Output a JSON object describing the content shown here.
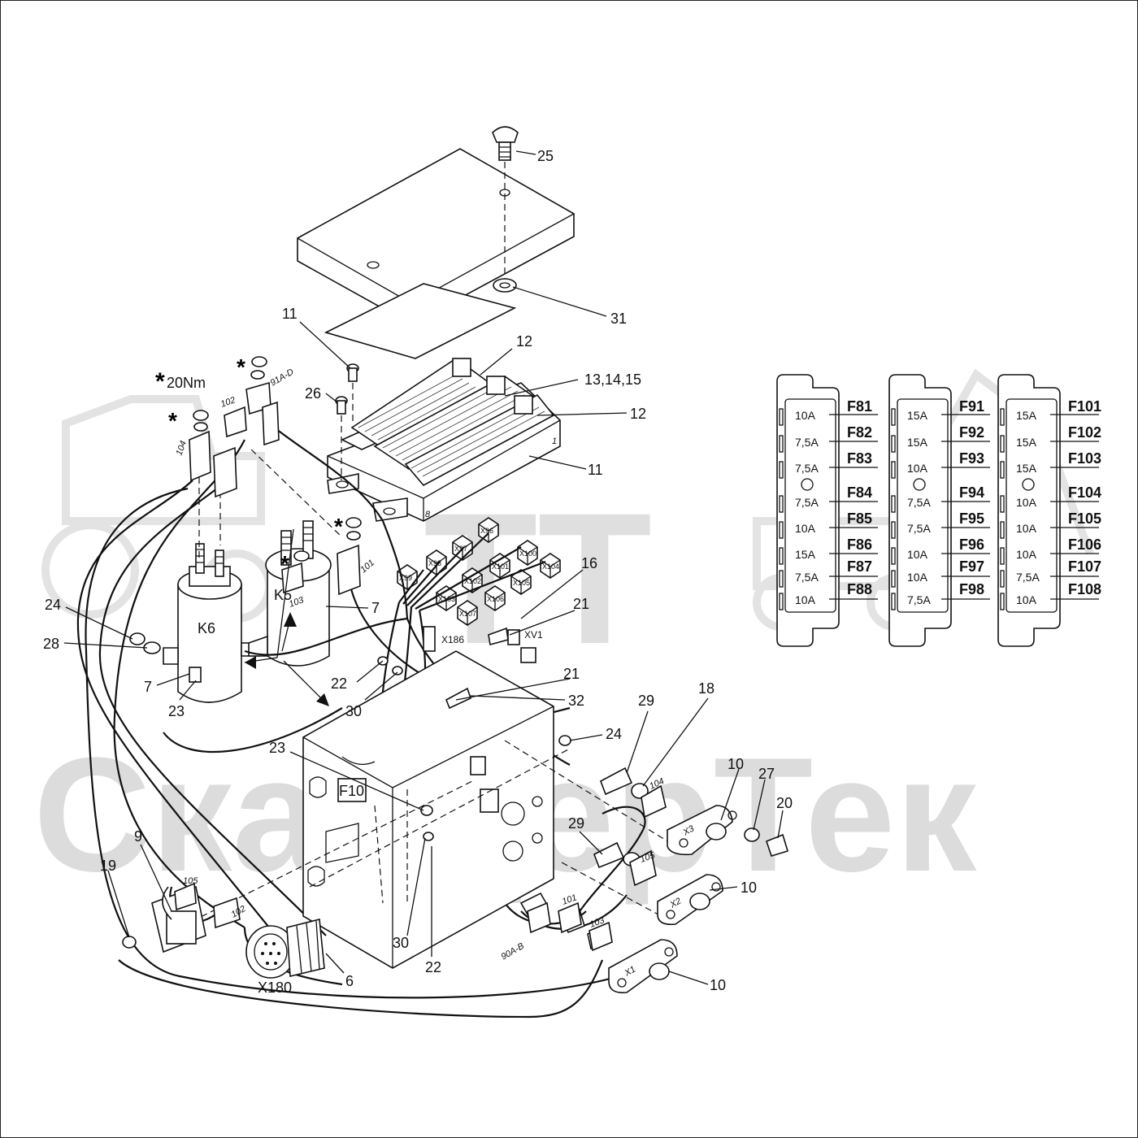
{
  "watermark": {
    "text": "СкандерТек",
    "logo": "TT"
  },
  "torque_note": {
    "symbol": "*",
    "text": "20Nm"
  },
  "callouts": {
    "c25": "25",
    "c31": "31",
    "c11a": "11",
    "c11b": "11",
    "c12a": "12",
    "c12b": "12",
    "c131415": "13,14,15",
    "c26": "26",
    "c16": "16",
    "c21a": "21",
    "c21b": "21",
    "c7a": "7",
    "c7b": "7",
    "c24a": "24",
    "c24b": "24",
    "c28": "28",
    "c23a": "23",
    "c23b": "23",
    "c22a": "22",
    "c22b": "22",
    "c30a": "30",
    "c30b": "30",
    "c32": "32",
    "c29a": "29",
    "c29b": "29",
    "c18": "18",
    "c10a": "10",
    "c10b": "10",
    "c10c": "10",
    "c27": "27",
    "c20": "20",
    "c9": "9",
    "c19": "19",
    "c6": "6",
    "cX180": "X180"
  },
  "components": {
    "K6": "K6",
    "K5": "K5",
    "F10": "F10",
    "X186": "X186",
    "XV1": "XV1",
    "X1": "X1",
    "X2": "X2",
    "X3": "X3"
  },
  "connectors": [
    "X96",
    "X97",
    "X98",
    "X99",
    "X100",
    "X101",
    "X102",
    "X103",
    "X104",
    "X105",
    "X106",
    "X107"
  ],
  "wire_tags": {
    "t104a": "104",
    "t102a": "102",
    "t91": "91A-D",
    "t101a": "101",
    "t103a": "103",
    "t104b": "104",
    "t105a": "105",
    "t105b": "105",
    "t102b": "102",
    "t101b": "101",
    "t103b": "103",
    "t90": "90A-B",
    "board8": "8",
    "board1": "1"
  },
  "fuse_panels": [
    {
      "fuses": [
        {
          "id": "F81",
          "rating": "10A"
        },
        {
          "id": "F82",
          "rating": "7,5A"
        },
        {
          "id": "F83",
          "rating": "7,5A"
        },
        {
          "id": "F84",
          "rating": "7,5A"
        },
        {
          "id": "F85",
          "rating": "10A"
        },
        {
          "id": "F86",
          "rating": "15A"
        },
        {
          "id": "F87",
          "rating": "7,5A"
        },
        {
          "id": "F88",
          "rating": "10A"
        }
      ]
    },
    {
      "fuses": [
        {
          "id": "F91",
          "rating": "15A"
        },
        {
          "id": "F92",
          "rating": "15A"
        },
        {
          "id": "F93",
          "rating": "10A"
        },
        {
          "id": "F94",
          "rating": "7,5A"
        },
        {
          "id": "F95",
          "rating": "7,5A"
        },
        {
          "id": "F96",
          "rating": "10A"
        },
        {
          "id": "F97",
          "rating": "10A"
        },
        {
          "id": "F98",
          "rating": "7,5A"
        }
      ]
    },
    {
      "fuses": [
        {
          "id": "F101",
          "rating": "15A"
        },
        {
          "id": "F102",
          "rating": "15A"
        },
        {
          "id": "F103",
          "rating": "15A"
        },
        {
          "id": "F104",
          "rating": "10A"
        },
        {
          "id": "F105",
          "rating": "10A"
        },
        {
          "id": "F106",
          "rating": "10A"
        },
        {
          "id": "F107",
          "rating": "7,5A"
        },
        {
          "id": "F108",
          "rating": "10A"
        }
      ]
    }
  ]
}
